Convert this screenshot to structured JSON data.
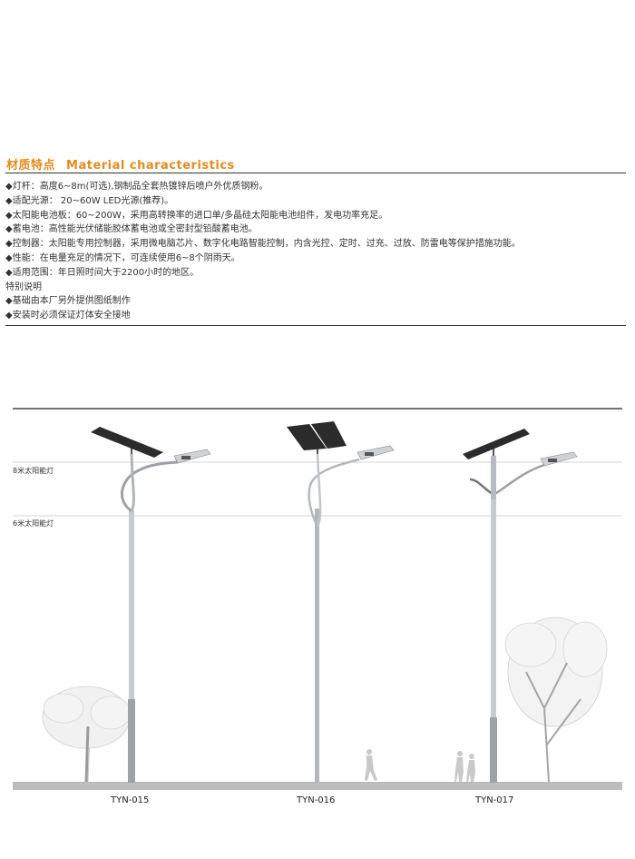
{
  "section": {
    "title_cn": "材质特点",
    "title_en": "Material characteristics"
  },
  "specs": [
    "◆灯杆：高度6~8m(可选),钢制品全套热镀锌后喷户外优质钢粉。",
    "◆适配光源： 20~60W LED光源(推荐)。",
    "◆太阳能电池板：60~200W，采用高转换率的进口单/多晶硅太阳能电池组件，发电功率充足。",
    "◆蓄电池：高性能光伏储能胶体蓄电池或全密封型铅酸蓄电池。",
    "◆控制器：太阳能专用控制器，采用微电脑芯片、数字化电路智能控制，内含光控、定时、过充、过放、防雷电等保护措施功能。",
    "◆性能：在电量充足的情况下，可连续使用6~8个阴雨天。",
    "◆适用范围：年日照时间大于2200小时的地区。",
    "特别说明",
    "◆基础由本厂另外提供图纸制作",
    "◆安装时必须保证灯体安全接地"
  ],
  "figure": {
    "height_labels": [
      "8米太阳能灯",
      "6米太阳能灯"
    ],
    "models": [
      "TYN-015",
      "TYN-016",
      "TYN-017"
    ]
  },
  "colors": {
    "accent": "#e58a1f",
    "pole": "#b9bcc2",
    "panel": "#2a2a2a",
    "ground": "#bcbcbc"
  }
}
